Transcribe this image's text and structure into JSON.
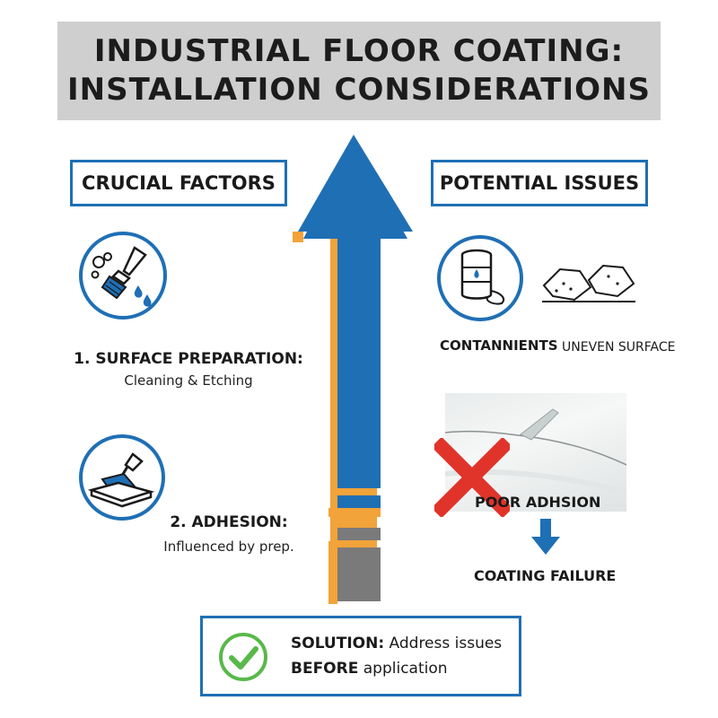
{
  "header": {
    "title_line1": "INDUSTRIAL FLOOR COATING:",
    "title_line2": "INSTALLATION CONSIDERATIONS"
  },
  "left": {
    "heading": "CRUCIAL FACTORS",
    "factors": [
      {
        "title": "1. SURFACE PREPARATION:",
        "subtitle": "Cleaning & Etching",
        "icon": "brush-and-droplets-icon"
      },
      {
        "title": "2. ADHESION:",
        "subtitle": "Influenced by prep.",
        "icon": "trowel-icon"
      }
    ]
  },
  "right": {
    "heading": "POTENTIAL ISSUES",
    "issues": {
      "contaminants": "CONTANNIENTS",
      "uneven": "UNEVEN SURFACE",
      "poor_adhesion": "POOR ADHSION",
      "failure": "COATING FAILURE"
    }
  },
  "solution": {
    "label": "SOLUTION:",
    "text1": "Address issues",
    "bold2": "BEFORE",
    "text2": "application"
  },
  "colors": {
    "accent_blue": "#1f6fb5",
    "accent_orange": "#f2a33a",
    "grey": "#7a7a7a",
    "red_x": "#e0342b",
    "check_green": "#59b84a"
  }
}
